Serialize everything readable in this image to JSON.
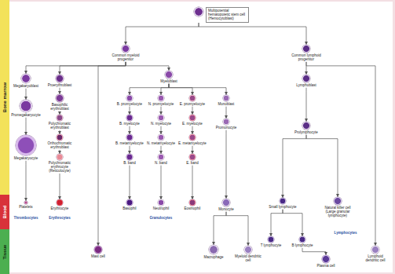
{
  "diagram": {
    "nodes": [
      {
        "text": [
          "Bone marrow"
        ]
      },
      {
        "text": [
          "Blood"
        ]
      },
      {
        "text": [
          "Tissue"
        ]
      },
      {
        "text": [
          "Multipotential hematopoietic stem cell (Hemocytoblast)"
        ]
      },
      {
        "text": [
          "Common myeloid progenitor"
        ]
      },
      {
        "text": [
          "Common lymphoid progenitor"
        ]
      },
      {
        "text": [
          "Megakaryoblast"
        ]
      },
      {
        "text": [
          "Proerythroblast"
        ]
      },
      {
        "text": [
          "Myeloblast"
        ]
      },
      {
        "text": [
          "Lymphoblast"
        ]
      },
      {
        "text": [
          "Promegakaryocyte"
        ]
      },
      {
        "text": [
          "Basophilic erythroblast"
        ]
      },
      {
        "text": [
          "B. promyelocyte"
        ]
      },
      {
        "text": [
          "N. promyelocyte"
        ]
      },
      {
        "text": [
          "E. promyelocyte"
        ]
      },
      {
        "text": [
          "Monoblast"
        ]
      },
      {
        "text": [
          "Megakaryocyte"
        ]
      },
      {
        "text": [
          "Polychromatic erythroblast"
        ]
      },
      {
        "text": [
          "B. myelocyte"
        ]
      },
      {
        "text": [
          "N. myelocyte"
        ]
      },
      {
        "text": [
          "E. myelocyte"
        ]
      },
      {
        "text": [
          "Promonocyte"
        ]
      },
      {
        "text": [
          "Prolymphocyte"
        ]
      },
      {
        "text": [
          "Orthochromatic erythroblast"
        ]
      },
      {
        "text": [
          "B. metamyelocyte"
        ]
      },
      {
        "text": [
          "N. metamyelocyte"
        ]
      },
      {
        "text": [
          "E. metamyelocyte"
        ]
      },
      {
        "text": [
          "Polychromatic erythrocyte (Reticulocyte)"
        ]
      },
      {
        "text": [
          "B. band"
        ]
      },
      {
        "text": [
          "N. band"
        ]
      },
      {
        "text": [
          "E. band"
        ]
      },
      {
        "text": [
          "Platelets"
        ]
      },
      {
        "text": [
          "Erythrocyte"
        ]
      },
      {
        "text": [
          "Basophil"
        ]
      },
      {
        "text": [
          "Neutrophil"
        ]
      },
      {
        "text": [
          "Eosinophil"
        ]
      },
      {
        "text": [
          "Monocyte"
        ]
      },
      {
        "text": [
          "Mast cell"
        ]
      },
      {
        "text": [
          "Small lymphocyte"
        ]
      },
      {
        "text": [
          "Natural killer cell (Large granular lymphocyte)"
        ]
      },
      {
        "text": [
          "T lymphocyte"
        ]
      },
      {
        "text": [
          "B lymphocyte"
        ]
      },
      {
        "text": [
          "Macrophage"
        ]
      },
      {
        "text": [
          "Myeloid dendritic cell"
        ]
      },
      {
        "text": [
          "Plasma cell"
        ]
      },
      {
        "text": [
          "Lymphoid dendritic cell"
        ]
      }
    ],
    "edges": [
      {
        "from": 3,
        "to": 4,
        "arrow": "to"
      },
      {
        "from": 3,
        "to": 5,
        "arrow": "to"
      },
      {
        "from": 4,
        "to": 6,
        "arrow": "to"
      },
      {
        "from": 4,
        "to": 7,
        "arrow": "to"
      },
      {
        "from": 4,
        "to": 37,
        "arrow": "to"
      },
      {
        "from": 4,
        "to": 8,
        "arrow": "to"
      },
      {
        "from": 6,
        "to": 10,
        "arrow": "to"
      },
      {
        "from": 10,
        "to": 16,
        "arrow": "to"
      },
      {
        "from": 16,
        "to": 31,
        "arrow": "to"
      },
      {
        "from": 7,
        "to": 11,
        "arrow": "to"
      },
      {
        "from": 11,
        "to": 17,
        "arrow": "to"
      },
      {
        "from": 17,
        "to": 23,
        "arrow": "to"
      },
      {
        "from": 23,
        "to": 27,
        "arrow": "to"
      },
      {
        "from": 27,
        "to": 32,
        "arrow": "to"
      },
      {
        "from": 8,
        "to": 12,
        "arrow": "to"
      },
      {
        "from": 8,
        "to": 13,
        "arrow": "to"
      },
      {
        "from": 8,
        "to": 14,
        "arrow": "to"
      },
      {
        "from": 8,
        "to": 15,
        "arrow": "to"
      },
      {
        "from": 12,
        "to": 18,
        "arrow": "to"
      },
      {
        "from": 13,
        "to": 19,
        "arrow": "to"
      },
      {
        "from": 14,
        "to": 20,
        "arrow": "to"
      },
      {
        "from": 15,
        "to": 21,
        "arrow": "to"
      },
      {
        "from": 18,
        "to": 24,
        "arrow": "to"
      },
      {
        "from": 19,
        "to": 25,
        "arrow": "to"
      },
      {
        "from": 20,
        "to": 26,
        "arrow": "to"
      },
      {
        "from": 24,
        "to": 28,
        "arrow": "to"
      },
      {
        "from": 25,
        "to": 29,
        "arrow": "to"
      },
      {
        "from": 26,
        "to": 30,
        "arrow": "to"
      },
      {
        "from": 28,
        "to": 33,
        "arrow": "to"
      },
      {
        "from": 29,
        "to": 34,
        "arrow": "to"
      },
      {
        "from": 30,
        "to": 35,
        "arrow": "to"
      },
      {
        "from": 21,
        "to": 36,
        "arrow": "to"
      },
      {
        "from": 36,
        "to": 42,
        "arrow": "to"
      },
      {
        "from": 36,
        "to": 43,
        "arrow": "to"
      },
      {
        "from": 5,
        "to": 9,
        "arrow": "to"
      },
      {
        "from": 5,
        "to": 45,
        "arrow": "to"
      },
      {
        "from": 9,
        "to": 22,
        "arrow": "to"
      },
      {
        "from": 22,
        "to": 38,
        "arrow": "to"
      },
      {
        "from": 22,
        "to": 39,
        "arrow": "to"
      },
      {
        "from": 38,
        "to": 40,
        "arrow": "to"
      },
      {
        "from": 38,
        "to": 41,
        "arrow": "to"
      },
      {
        "from": 41,
        "to": 44,
        "arrow": "to"
      }
    ],
    "labels": [
      "Thrombocytes",
      "Erythrocytes",
      "Granulocytes",
      "Lymphocytes"
    ]
  }
}
